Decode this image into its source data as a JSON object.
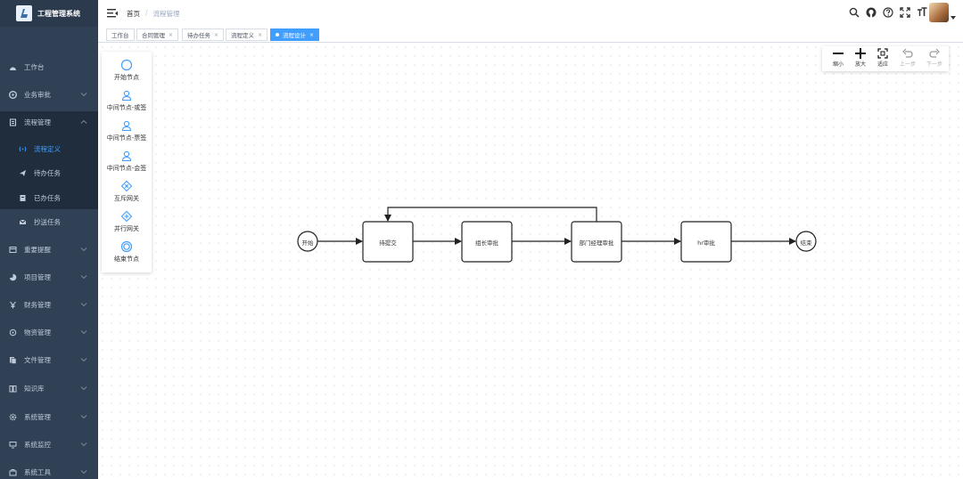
{
  "app": {
    "title": "工程管理系统"
  },
  "sidebar": {
    "items": [
      {
        "label": "工作台",
        "icon": "dashboard-icon"
      },
      {
        "label": "业务审批",
        "icon": "approval-icon",
        "has_children": true
      },
      {
        "label": "流程管理",
        "icon": "process-icon",
        "has_children": true,
        "expanded": true
      },
      {
        "label": "流程定义",
        "icon": "definition-icon",
        "sub": true,
        "active": true
      },
      {
        "label": "待办任务",
        "icon": "send-icon",
        "sub": true
      },
      {
        "label": "已办任务",
        "icon": "done-icon",
        "sub": true
      },
      {
        "label": "抄送任务",
        "icon": "mail-icon",
        "sub": true
      },
      {
        "label": "重要提醒",
        "icon": "reminder-icon",
        "has_children": true
      },
      {
        "label": "项目管理",
        "icon": "project-icon",
        "has_children": true
      },
      {
        "label": "财务管理",
        "icon": "yen-icon",
        "has_children": true
      },
      {
        "label": "物资管理",
        "icon": "material-icon",
        "has_children": true
      },
      {
        "label": "文件管理",
        "icon": "file-icon",
        "has_children": true
      },
      {
        "label": "知识库",
        "icon": "book-icon",
        "has_children": true
      },
      {
        "label": "系统管理",
        "icon": "gear-icon",
        "has_children": true
      },
      {
        "label": "系统监控",
        "icon": "monitor-icon",
        "has_children": true
      },
      {
        "label": "系统工具",
        "icon": "toolbox-icon",
        "has_children": true
      }
    ]
  },
  "header": {
    "breadcrumb": {
      "home": "首页",
      "separator": "/",
      "current": "流程管理"
    },
    "icons": [
      "search-icon",
      "github-icon",
      "help-icon",
      "fullscreen-icon",
      "font-size-icon"
    ]
  },
  "tags": [
    {
      "label": "工作台",
      "closable": false
    },
    {
      "label": "合同管理",
      "closable": true
    },
    {
      "label": "待办任务",
      "closable": true
    },
    {
      "label": "流程定义",
      "closable": true
    },
    {
      "label": "流程设计",
      "closable": true,
      "active": true
    }
  ],
  "tag_close": "×",
  "palette": {
    "items": [
      {
        "label": "开始节点",
        "icon": "circle-icon"
      },
      {
        "label": "中间节点-或签",
        "icon": "user-icon"
      },
      {
        "label": "中间节点-票签",
        "icon": "user-icon"
      },
      {
        "label": "中间节点-会签",
        "icon": "user-icon"
      },
      {
        "label": "互斥网关",
        "icon": "exclusive-gateway-icon"
      },
      {
        "label": "并行网关",
        "icon": "parallel-gateway-icon"
      },
      {
        "label": "结束节点",
        "icon": "end-circle-icon"
      }
    ]
  },
  "toolbar": {
    "zoom_out": "缩小",
    "zoom_in": "放大",
    "fit": "适应",
    "undo": "上一步",
    "redo": "下一步"
  },
  "diagram": {
    "start": "开始",
    "end": "结束",
    "nodes": [
      "待提交",
      "组长审批",
      "部门经理审批",
      "hr审批"
    ]
  },
  "colors": {
    "sidebar_bg": "#304156",
    "accent": "#409eff",
    "palette_icon": "#409eff"
  }
}
